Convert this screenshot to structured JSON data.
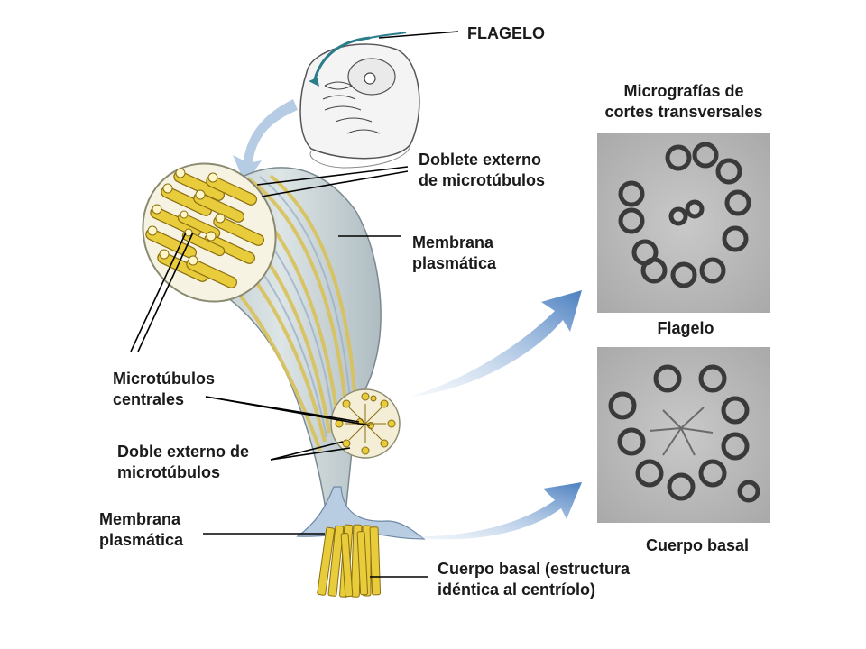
{
  "labels": {
    "flagelo_top": "FLAGELO",
    "micrografias": [
      "Micrografías de",
      "cortes transversales"
    ],
    "doblete_externo": [
      "Doblete externo",
      "de microtúbulos"
    ],
    "membrana_top": [
      "Membrana",
      "plasmática"
    ],
    "flagelo_caption": "Flagelo",
    "microtubulos_centrales": [
      "Microtúbulos",
      "centrales"
    ],
    "doble_externo": [
      "Doble externo de",
      "microtúbulos"
    ],
    "membrana_bottom": [
      "Membrana",
      "plasmática"
    ],
    "cuerpo_basal_caption": "Cuerpo basal",
    "cuerpo_basal_desc": [
      "Cuerpo basal (estructura",
      "idéntica al centríolo)"
    ]
  },
  "colors": {
    "microtubule_yellow": "#e8cc3c",
    "microtubule_outline": "#8a6e10",
    "flagellum_body": "#c9d3d6",
    "membrane_blue": "#9fb8cf",
    "arrow_blue": "#6f9fd0",
    "micrograph_bg": "#b9b9b9",
    "micrograph_ring": "#3a3a3a",
    "leader_line": "#000000"
  }
}
